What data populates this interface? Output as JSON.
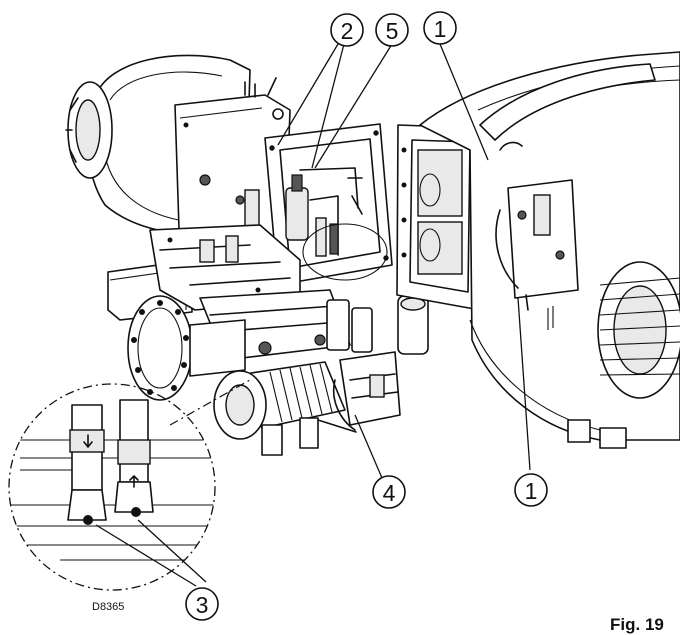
{
  "callouts": [
    {
      "id": "c2",
      "label": "2"
    },
    {
      "id": "c5",
      "label": "5"
    },
    {
      "id": "c1a",
      "label": "1"
    },
    {
      "id": "c1b",
      "label": "1"
    },
    {
      "id": "c4",
      "label": "4"
    },
    {
      "id": "c3",
      "label": "3"
    }
  ],
  "drawing_code": "D8365",
  "figure_label": "Fig. 19"
}
